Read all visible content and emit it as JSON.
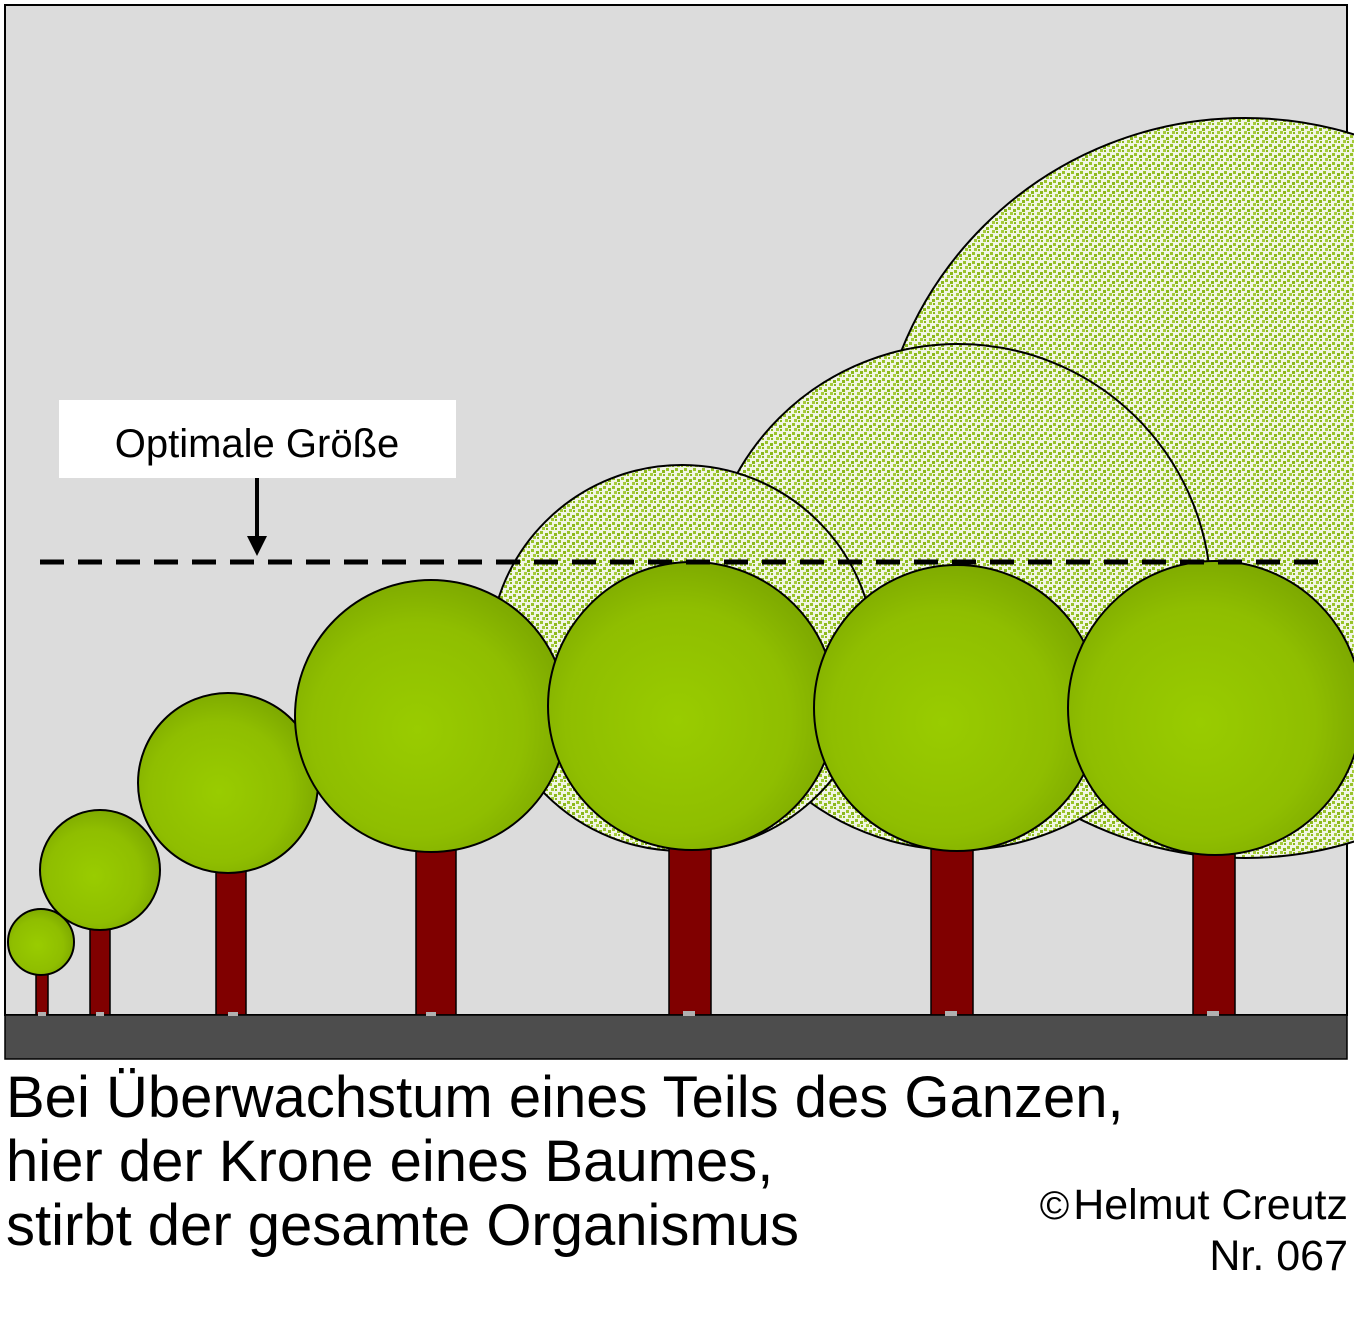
{
  "diagram": {
    "label": "Optimale Größe",
    "colors": {
      "background": "#dcdcdc",
      "ground": "#4d4d4d",
      "crown_light": "#99cc00",
      "crown_dark": "#80ab00",
      "trunk": "#800000",
      "dashed_line": "#000000",
      "overgrowth_dots": "#8fbf1f"
    }
  },
  "caption": {
    "line1": "Bei Überwachstum eines Teils des Ganzen,",
    "line2": "hier der Krone eines Baumes,",
    "line3": "stirbt der gesamte Organismus"
  },
  "credit": {
    "copyright_symbol": "©",
    "author": "Helmut Creutz",
    "number": "Nr. 067"
  }
}
